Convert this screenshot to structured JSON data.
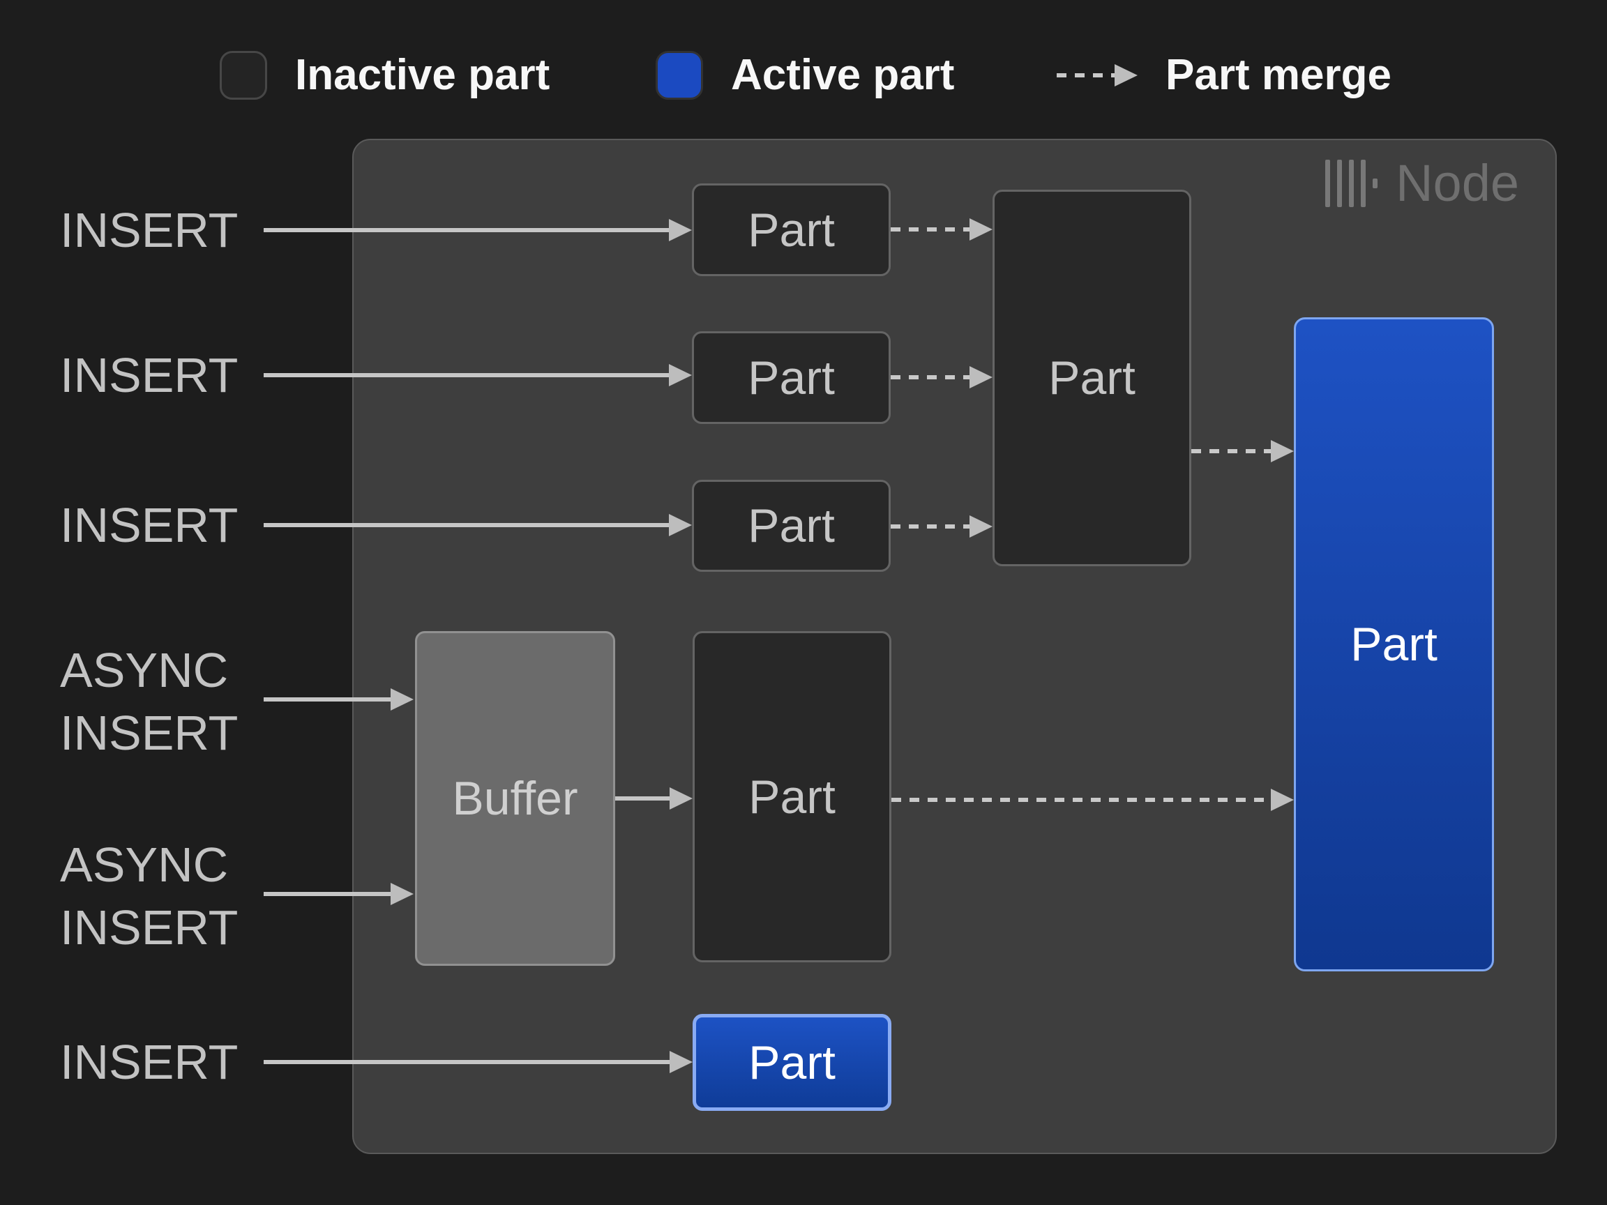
{
  "legend": {
    "inactive_label": "Inactive part",
    "active_label": "Active part",
    "merge_label": "Part merge"
  },
  "node": {
    "title": "Node",
    "logo_icon": "clickhouse-bars-logo"
  },
  "inputs": {
    "insert_1": "INSERT",
    "insert_2": "INSERT",
    "insert_3": "INSERT",
    "async_insert_1": "ASYNC INSERT",
    "async_insert_2": "ASYNC INSERT",
    "insert_4": "INSERT"
  },
  "boxes": {
    "part": "Part",
    "buffer": "Buffer"
  },
  "colors": {
    "page_bg": "#1d1d1d",
    "node_bg": "#3e3e3e",
    "node_border": "#5a5a5a",
    "inactive_fill": "#282828",
    "inactive_border": "#646464",
    "active_blue": "#1b4ac1",
    "active_border": "#7ea6f0",
    "buffer_fill": "#6b6b6b",
    "arrow": "#c6c6c6",
    "label_text": "#c3c3c3",
    "legend_text": "#f7f7f7",
    "node_title_text": "#6f6f6f"
  }
}
